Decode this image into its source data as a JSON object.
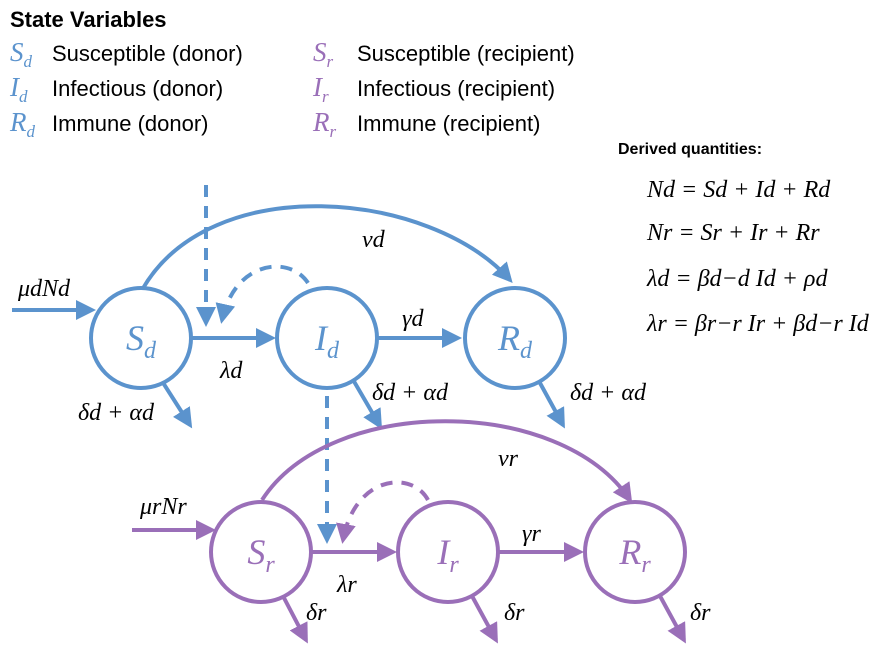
{
  "title": "State Variables",
  "colors": {
    "donor": "#5b93cd",
    "recipient": "#9a6fb8",
    "text": "#000000",
    "background": "#ffffff"
  },
  "legend": [
    {
      "sym": "S",
      "sub": "d",
      "label": "Susceptible (donor)",
      "group": "donor"
    },
    {
      "sym": "I",
      "sub": "d",
      "label": "Infectious (donor)",
      "group": "donor"
    },
    {
      "sym": "R",
      "sub": "d",
      "label": "Immune (donor)",
      "group": "donor"
    },
    {
      "sym": "S",
      "sub": "r",
      "label": "Susceptible (recipient)",
      "group": "recipient"
    },
    {
      "sym": "I",
      "sub": "r",
      "label": "Infectious (recipient)",
      "group": "recipient"
    },
    {
      "sym": "R",
      "sub": "r",
      "label": "Immune (recipient)",
      "group": "recipient"
    }
  ],
  "derived": {
    "heading": "Derived quantities:",
    "equations": [
      "Nd = Sd + Id + Rd",
      "Nr = Sr + Ir + Rr",
      "λd = βd−d Id + ρd",
      "λr = βr−r Ir + βd−r Id"
    ]
  },
  "nodes": [
    {
      "id": "Sd",
      "sym": "S",
      "sub": "d",
      "group": "donor"
    },
    {
      "id": "Id",
      "sym": "I",
      "sub": "d",
      "group": "donor"
    },
    {
      "id": "Rd",
      "sym": "R",
      "sub": "d",
      "group": "donor"
    },
    {
      "id": "Sr",
      "sym": "S",
      "sub": "r",
      "group": "recipient"
    },
    {
      "id": "Ir",
      "sym": "I",
      "sub": "r",
      "group": "recipient"
    },
    {
      "id": "Rr",
      "sym": "R",
      "sub": "r",
      "group": "recipient"
    }
  ],
  "edge_labels": {
    "mu_d": "μdNd",
    "nu_d": "νd",
    "lambda_d": "λd",
    "gamma_d": "γd",
    "death_Sd": "δd + αd",
    "death_Id": "δd + αd",
    "death_Rd": "δd + αd",
    "mu_r": "μrNr",
    "nu_r": "νr",
    "lambda_r": "λr",
    "gamma_r": "γr",
    "death_Sr": "δr",
    "death_Ir": "δr",
    "death_Rr": "δr"
  }
}
